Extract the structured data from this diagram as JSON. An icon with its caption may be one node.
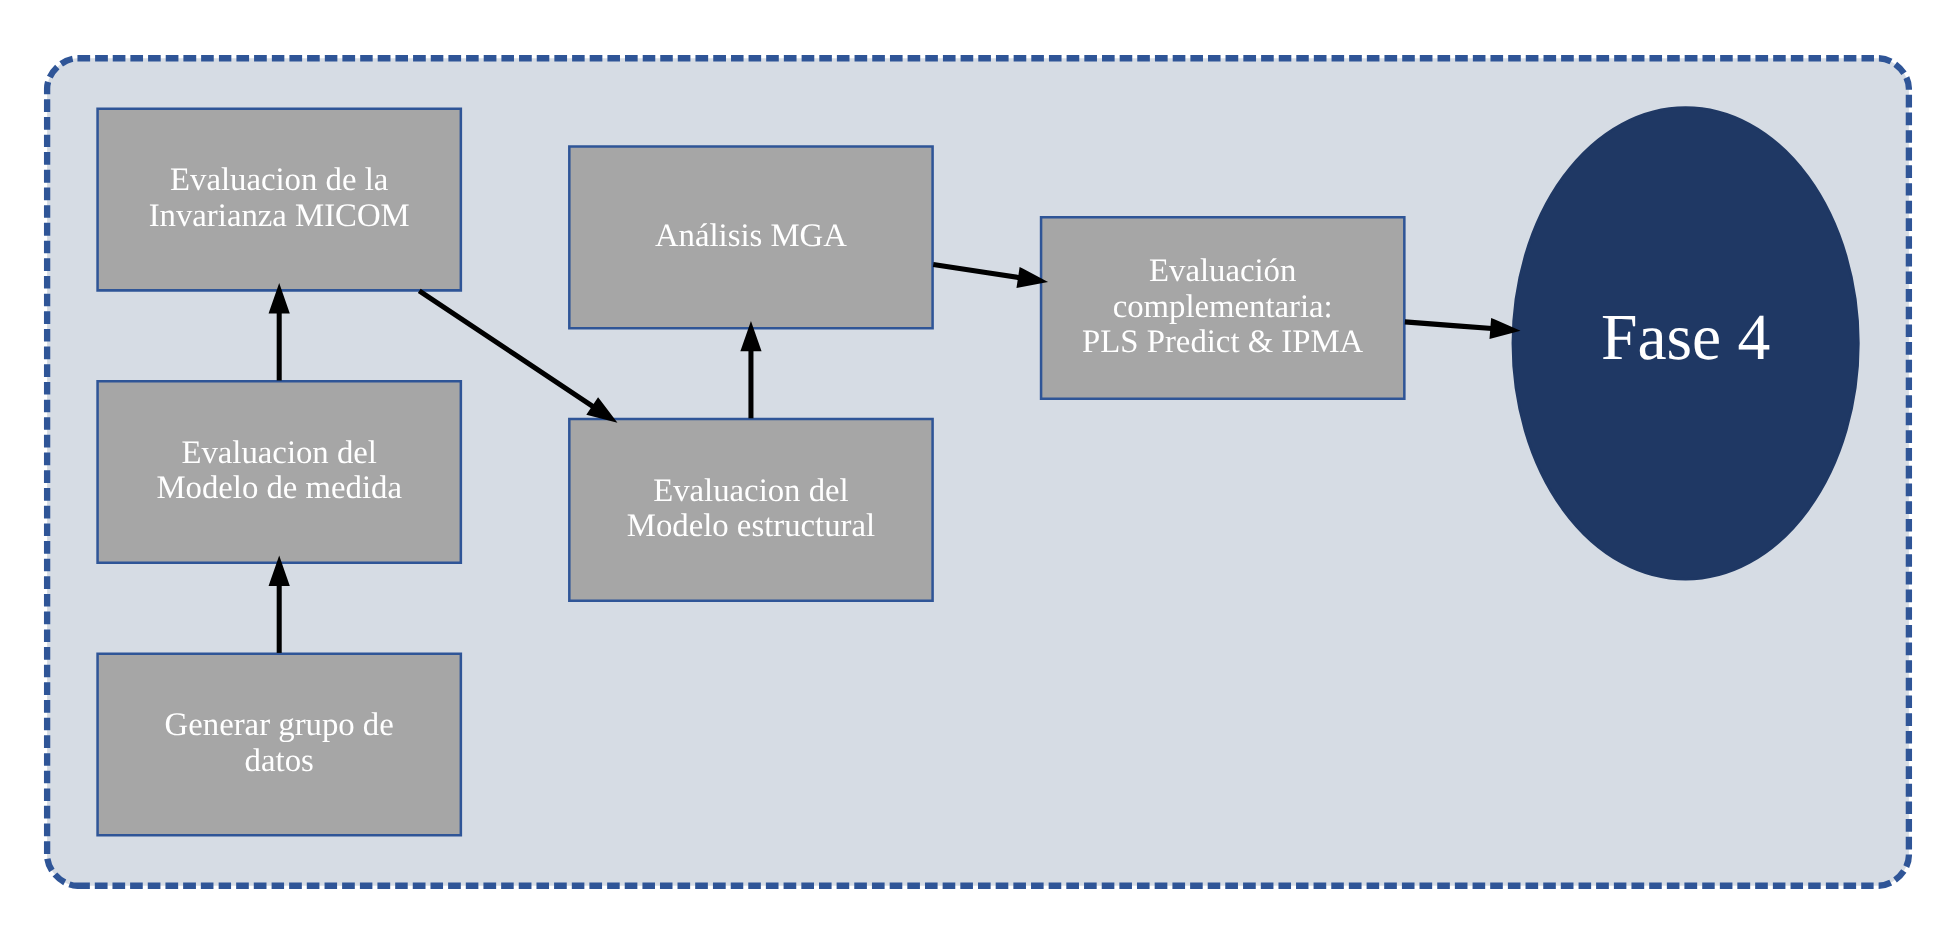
{
  "diagram": {
    "nodes": [
      {
        "text": [],
        "shape": "box"
      },
      {
        "text": [
          "Generar grupo de datos"
        ],
        "in": 0
      },
      {
        "text": [
          "Evaluacion del Modelo de medida"
        ],
        "in": 0
      },
      {
        "text": [
          "Evaluacion de la Invarianza MICOM"
        ],
        "in": 0
      },
      {
        "text": [
          "Evaluacion del Modelo estructural"
        ],
        "in": 0
      },
      {
        "text": [
          "Análisis MGA"
        ],
        "in": 0
      },
      {
        "text": [
          "Evaluación complementaria: PLS Predict & IPMA"
        ],
        "in": 0
      },
      {
        "text": [
          "Fase 4"
        ],
        "in": 0
      }
    ],
    "edges": [
      {
        "from": 1,
        "to": 2,
        "arrow": "to"
      },
      {
        "from": 2,
        "to": 3,
        "arrow": "to"
      },
      {
        "from": 3,
        "to": 4,
        "arrow": "to"
      },
      {
        "from": 4,
        "to": 5,
        "arrow": "to"
      },
      {
        "from": 5,
        "to": 6,
        "arrow": "to"
      },
      {
        "from": 6,
        "to": 7,
        "arrow": "to"
      }
    ]
  }
}
